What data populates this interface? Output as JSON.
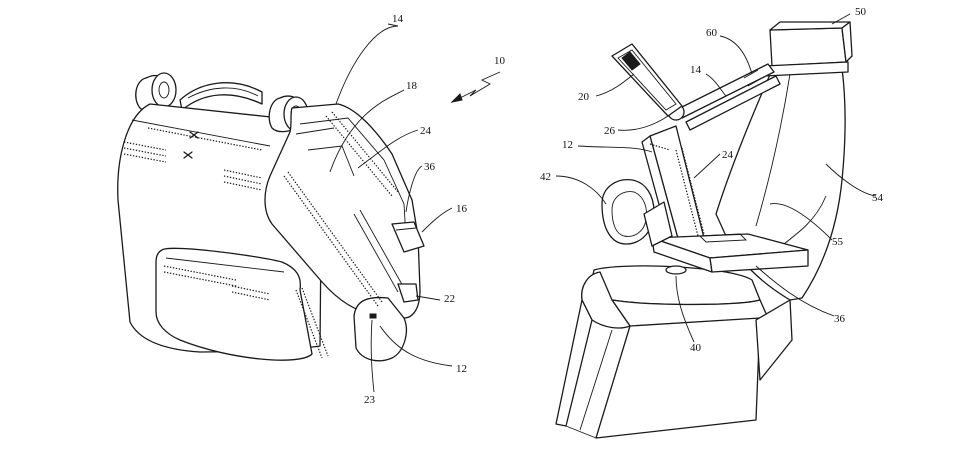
{
  "figure": {
    "left_view": {
      "labels": {
        "l10": "10",
        "l14": "14",
        "l18": "18",
        "l24": "24",
        "l36": "36",
        "l16": "16",
        "l22": "22",
        "l12": "12",
        "l23": "23"
      }
    },
    "right_view": {
      "labels": {
        "l50": "50",
        "l60": "60",
        "l14": "14",
        "l20": "20",
        "l26": "26",
        "l12": "12",
        "l24": "24",
        "l42": "42",
        "l54": "54",
        "l55": "55",
        "l36": "36",
        "l40": "40"
      }
    }
  }
}
